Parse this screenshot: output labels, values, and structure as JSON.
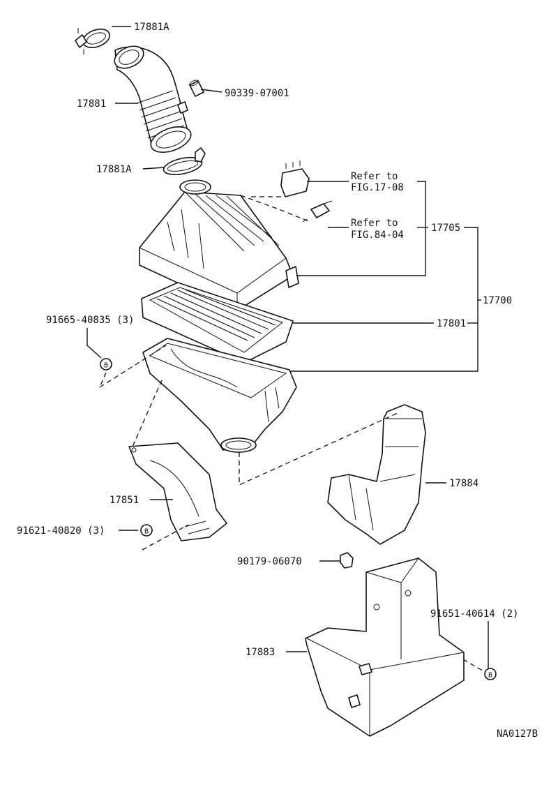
{
  "labels": {
    "hose_clamp_top": "17881A",
    "hose": "17881",
    "pipe_stop": "90339-07001",
    "hose_clamp_bottom": "17881A",
    "refer_1_a": "Refer to",
    "refer_1_b": "FIG.17-08",
    "refer_2_a": "Refer to",
    "refer_2_b": "FIG.84-04",
    "cap_sub_assy": "17705",
    "cleaner_assy": "17700",
    "bolt_1": "91665-40835 (3)",
    "element": "17801",
    "bracket": "17851",
    "bolt_2": "91621-40820 (3)",
    "inlet": "17884",
    "clip": "90179-06070",
    "bolt_3": "91651-40614 (2)",
    "resonator": "17883",
    "drawing_code": "NA0127B",
    "ref_mark": "B"
  }
}
